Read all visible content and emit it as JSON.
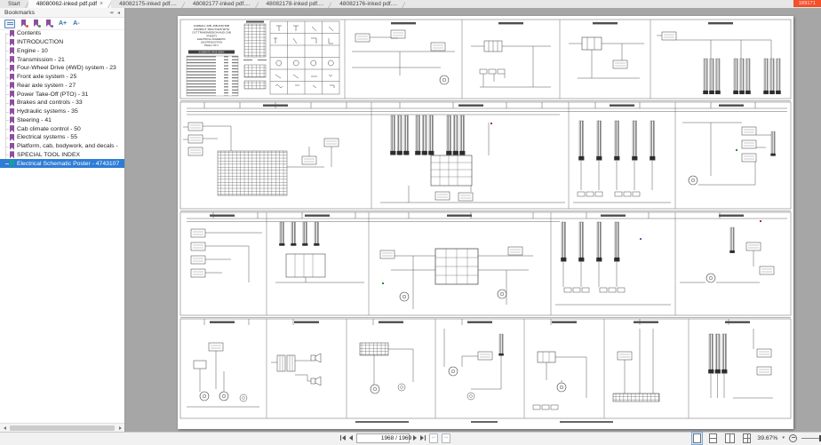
{
  "window": {
    "badge": "189171"
  },
  "tabs": {
    "items": [
      {
        "label": "Start"
      },
      {
        "label": "48080062-inked pdf.pdf",
        "close": "×",
        "active": true
      },
      {
        "label": "48082175-inked pdf...."
      },
      {
        "label": "48082177-inked pdf...."
      },
      {
        "label": "48082178-inked pdf...."
      },
      {
        "label": "48082176-inked pdf...."
      }
    ]
  },
  "bookmarks": {
    "title": "Bookmarks",
    "toolbar": {
      "font_increase": "A+",
      "font_decrease": "A-"
    },
    "items": [
      {
        "label": "Contents"
      },
      {
        "label": "INTRODUCTION"
      },
      {
        "label": "Engine - 10"
      },
      {
        "label": "Transmission - 21"
      },
      {
        "label": "Four-Wheel Drive (4WD) system - 23"
      },
      {
        "label": "Front axle system - 25"
      },
      {
        "label": "Rear axle system - 27"
      },
      {
        "label": "Power Take-Off (PTO) - 31"
      },
      {
        "label": "Brakes and controls - 33"
      },
      {
        "label": "Hydraulic systems - 35"
      },
      {
        "label": "Steering - 41"
      },
      {
        "label": "Cab climate control - 50"
      },
      {
        "label": "Electrical systems - 55"
      },
      {
        "label": "Platform, cab, bodywork, and decals -"
      },
      {
        "label": "SPECIAL TOOL INDEX"
      },
      {
        "label": "Electrical Schematic Poster - 4743107",
        "selected": true
      }
    ]
  },
  "poster": {
    "title_lines": [
      "FARMALL 40B, 45B AND 50B",
      "COMPACT TRACTORS WITH",
      "CVT TRANSMISSION AND CAB",
      "47433073",
      "ELECTRICAL SCHEMATIC",
      "2015 PRODUCTION",
      "PAGE 1 OF 2"
    ],
    "index_header": "SCHEMATIC PAGE INDEX"
  },
  "status_bar": {
    "page_field": "1968 / 1969",
    "zoom_percent": "39.67%"
  },
  "colors": {
    "selection_blue": "#2e7cd6",
    "bookmark_purple": "#8d4f9e",
    "bookmark_teal": "#17a09a",
    "badge_orange": "#f4502a"
  }
}
